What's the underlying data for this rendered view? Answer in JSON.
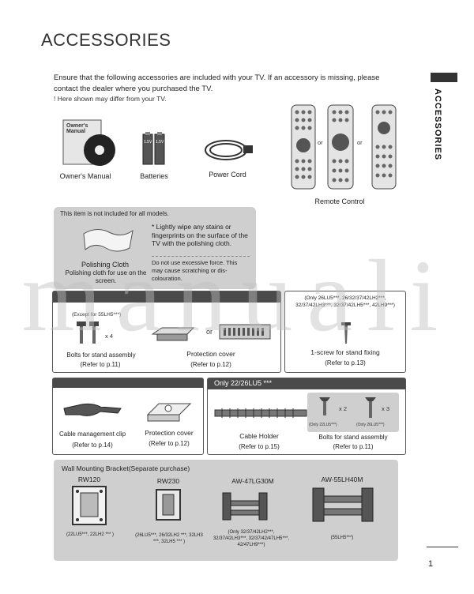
{
  "title": "ACCESSORIES",
  "side_label": "ACCESSORIES",
  "intro": "Ensure that the following accessories are included with your TV. If an accessory is missing, please contact the dealer where you purchased the TV.",
  "note": "! Here shown may differ from your TV.",
  "items": {
    "owners_manual": "Owner's Manual",
    "manual_book_text": "Owner's Manual",
    "batteries": "Batteries",
    "battery_label": "1.5V",
    "power_cord": "Power Cord",
    "remote_control": "Remote Control",
    "or": "or"
  },
  "polish_section": {
    "header": "This item is not included for all models.",
    "cloth_title": "Polishing Cloth",
    "cloth_desc": "Polishing cloth for use on the screen.",
    "tip1": "* Lightly wipe any stains or fingerprints on the surface of the TV with the polishing cloth.",
    "tip2": "Do not use excessive force. This may cause scratching or dis-colouration."
  },
  "section_a": {
    "header": "",
    "except": "(Except for 55LH5***)",
    "qty": "x 4",
    "bolts": "Bolts for stand assembly",
    "bolts_ref": "(Refer to p.11)",
    "or": "or",
    "protection": "Protection cover",
    "protection_ref": "(Refer to p.12)"
  },
  "section_b": {
    "models": "(Only 26LU5***, 26/32/37/42LH2***, 32/37/42LH3***, 32/37/42LH5***, 42LH9***)",
    "screw": "1-screw for stand fixing",
    "screw_ref": "(Refer to p.13)"
  },
  "section_c": {
    "clip": "Cable management clip",
    "clip_ref": "(Refer to p.14)",
    "protection": "Protection cover",
    "protection_ref": "(Refer to p.12)"
  },
  "section_d": {
    "header": "Only 22/26LU5 ***",
    "cable_holder": "Cable Holder",
    "cable_ref": "(Refer to p.15)",
    "qty2": "x 2",
    "qty3": "x 3",
    "only22": "(Only 22LU5***)",
    "only26": "(Only 26LU5***)",
    "bolts": "Bolts for stand assembly",
    "bolts_ref": "(Refer to p.11)"
  },
  "wall": {
    "header": "Wall Mounting Bracket(Separate purchase)",
    "brackets": [
      {
        "name": "RW120",
        "models": "(22LU5***, 22LH2 *** )"
      },
      {
        "name": "RW230",
        "models": "(26LU5***, 26/32LH2 ***, 32LH3 ***, 32LH5 *** )"
      },
      {
        "name": "AW-47LG30M",
        "models": "(Only 32/37/42LH2***, 32/37/42LH3***, 32/37/42/47LH5***, 42/47LH9***)"
      },
      {
        "name": "AW-55LH40M",
        "models": "(55LH5***)"
      }
    ]
  },
  "watermark": "manuali",
  "page_number": "1"
}
